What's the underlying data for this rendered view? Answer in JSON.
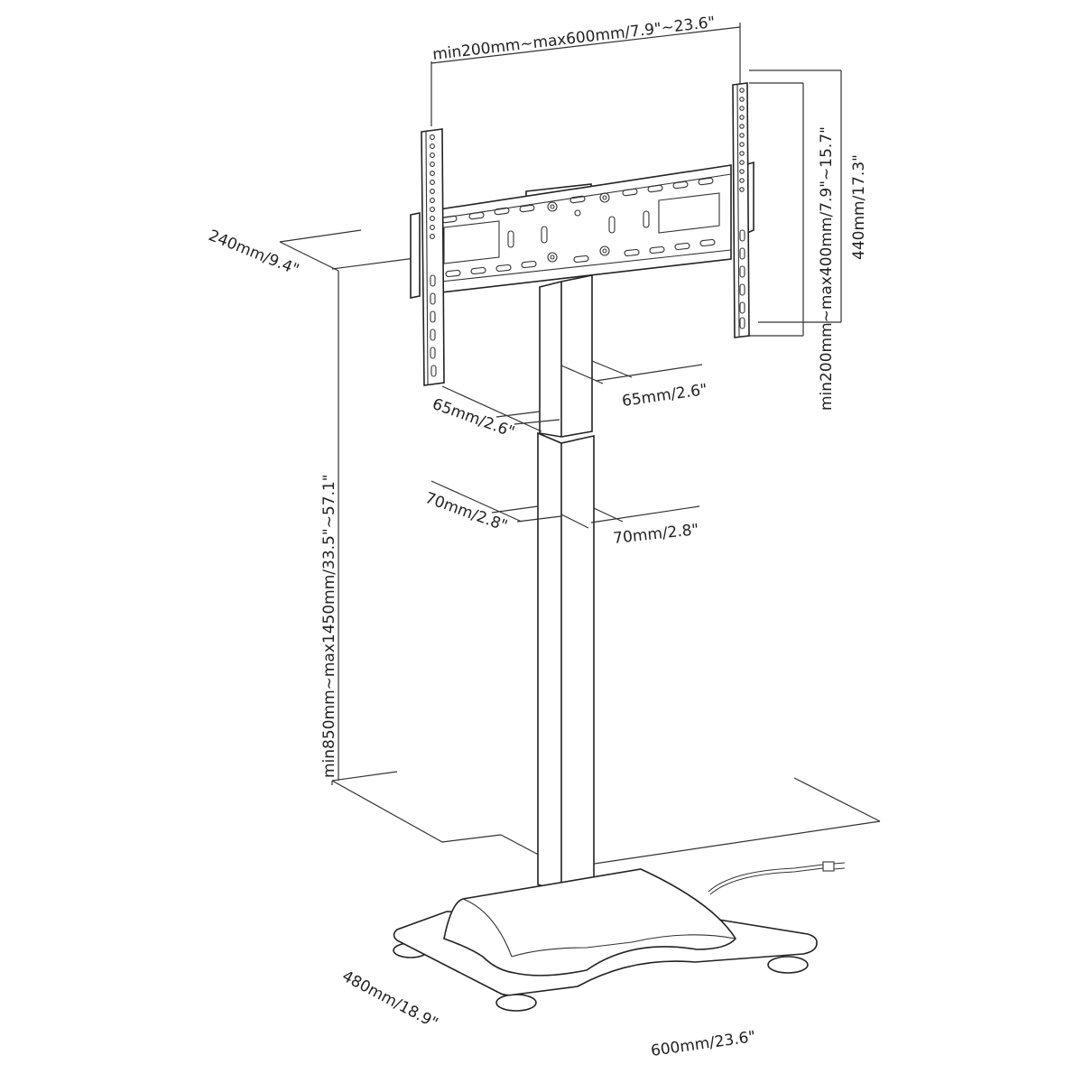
{
  "diagram": {
    "subject": "TV floor stand with mount bracket, dimension drawing",
    "dimensions": {
      "bracket_width": "min200mm~max600mm/7.9\"~23.6\"",
      "vesa_height": "min200mm~max400mm/7.9\"~15.7\"",
      "bracket_height": "440mm/17.3\"",
      "bracket_depth": "240mm/9.4\"",
      "upper_pole_depth": "65mm/2.6\"",
      "upper_pole_width": "65mm/2.6\"",
      "lower_pole_depth": "70mm/2.8\"",
      "lower_pole_width": "70mm/2.8\"",
      "stand_height": "min850mm~max1450mm/33.5\"~57.1\"",
      "base_depth": "480mm/18.9\"",
      "base_width": "600mm/23.6\""
    },
    "colors": {
      "line": "#222222",
      "background": "#ffffff"
    }
  }
}
